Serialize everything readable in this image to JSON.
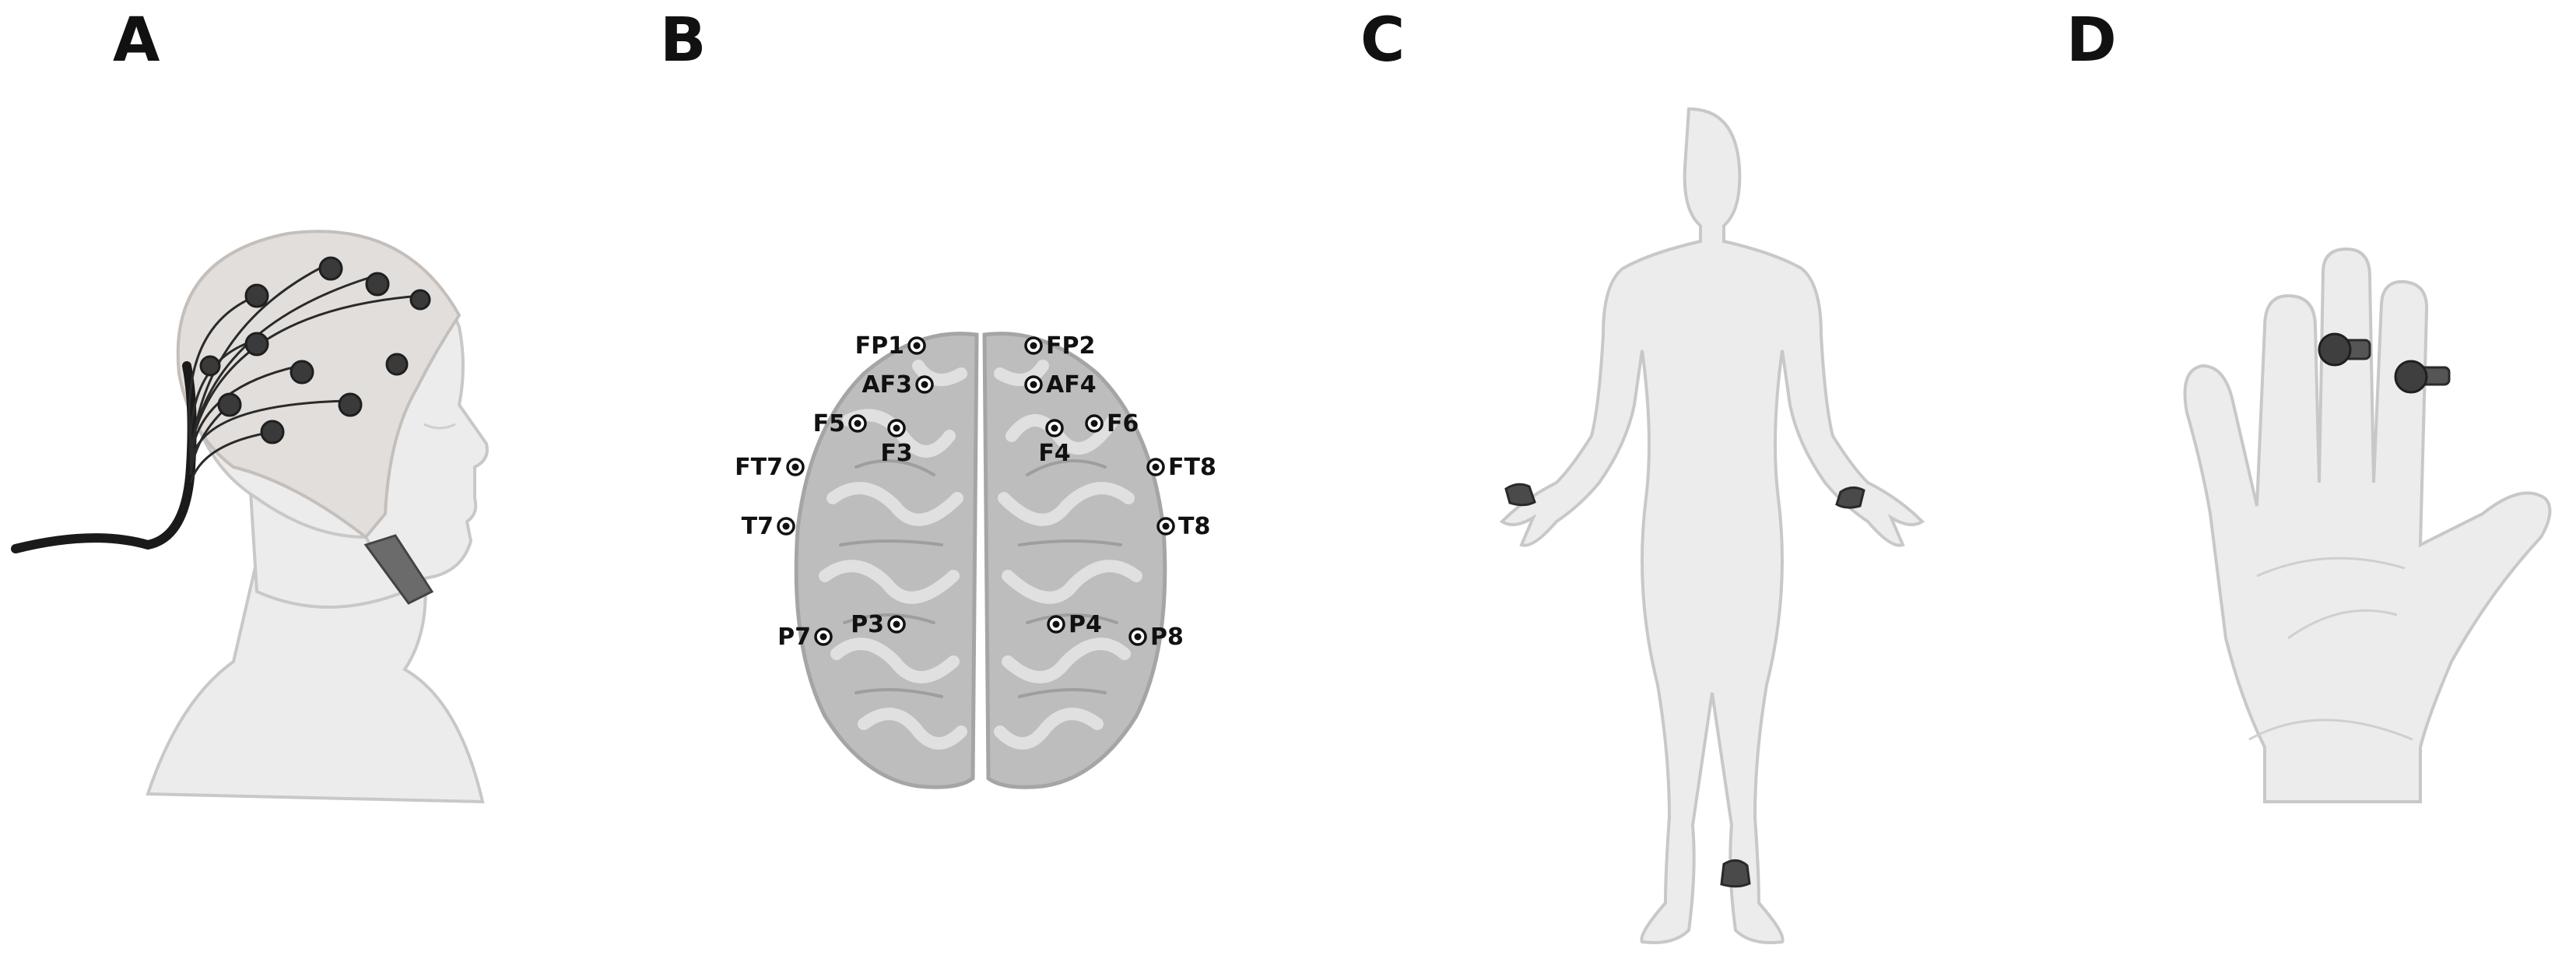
{
  "panels": {
    "a": "A",
    "b": "B",
    "c": "C",
    "d": "D"
  },
  "electrodes": [
    {
      "label": "FP1",
      "side": "left"
    },
    {
      "label": "FP2",
      "side": "right"
    },
    {
      "label": "AF3",
      "side": "left"
    },
    {
      "label": "AF4",
      "side": "right"
    },
    {
      "label": "F5",
      "side": "left"
    },
    {
      "label": "F6",
      "side": "right"
    },
    {
      "label": "F3",
      "side": "below"
    },
    {
      "label": "F4",
      "side": "below"
    },
    {
      "label": "FT7",
      "side": "left"
    },
    {
      "label": "FT8",
      "side": "right"
    },
    {
      "label": "T7",
      "side": "left"
    },
    {
      "label": "T8",
      "side": "right"
    },
    {
      "label": "P3",
      "side": "left"
    },
    {
      "label": "P4",
      "side": "right"
    },
    {
      "label": "P7",
      "side": "left"
    },
    {
      "label": "P8",
      "side": "right"
    }
  ],
  "colors": {
    "skin": "#ececec",
    "cap": "#e2dedb",
    "electrode": "#3a3a3a",
    "brain": "#bdbdbd",
    "brain_gyri": "#dcdcdc",
    "sensor": "#4a4a4a"
  }
}
